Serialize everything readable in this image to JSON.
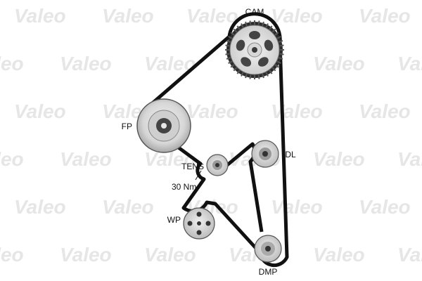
{
  "watermark": {
    "text": "Valeo"
  },
  "labels": {
    "cam": "CAM",
    "fp": "FP",
    "idl": "IDL",
    "tens": "TENS",
    "torque": "30 Nm",
    "wp": "WP",
    "dmp": "DMP"
  },
  "colors": {
    "belt": "#111111",
    "pulley_light": "#e8e8e8",
    "pulley_mid": "#bdbdbd",
    "pulley_dark": "#3a3a3a",
    "watermark": "#e6e6e6"
  }
}
